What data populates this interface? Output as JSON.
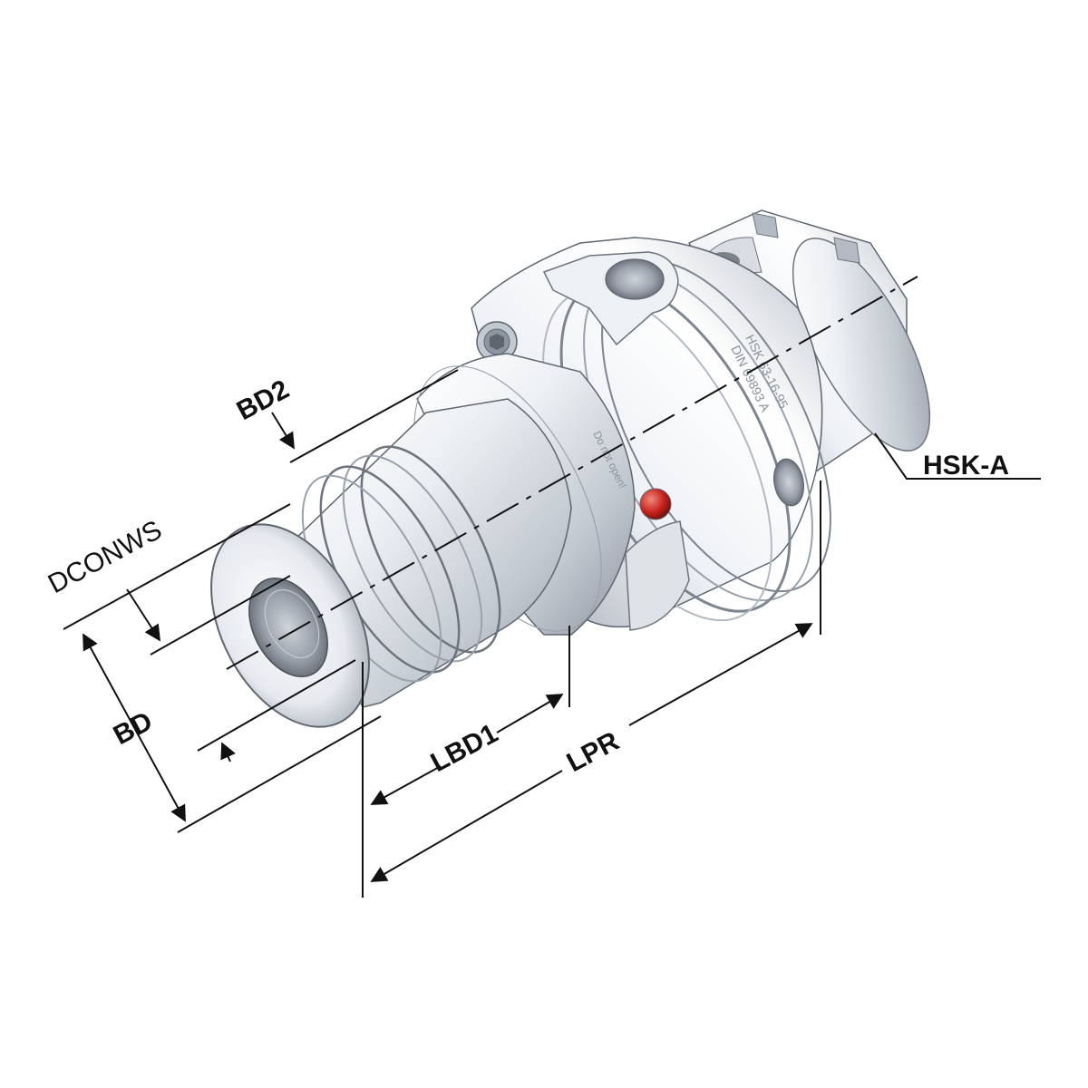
{
  "dimension_labels": {
    "bd2": "BD2",
    "dconnws": "DCONWS",
    "bd": "BD",
    "lbd1": "LBD1",
    "lpr": "LPR",
    "hsk_a": "HSK-A"
  },
  "engraving": {
    "line1": "HSK 63-16-95",
    "line2": "DIN 69893 A",
    "warning": "Do not open!"
  },
  "colors": {
    "line": "#111111",
    "steel_light": "#f4f6f8",
    "steel_mid": "#c9ced6",
    "steel_dark": "#7d8590",
    "indicator": "#c8221c"
  }
}
